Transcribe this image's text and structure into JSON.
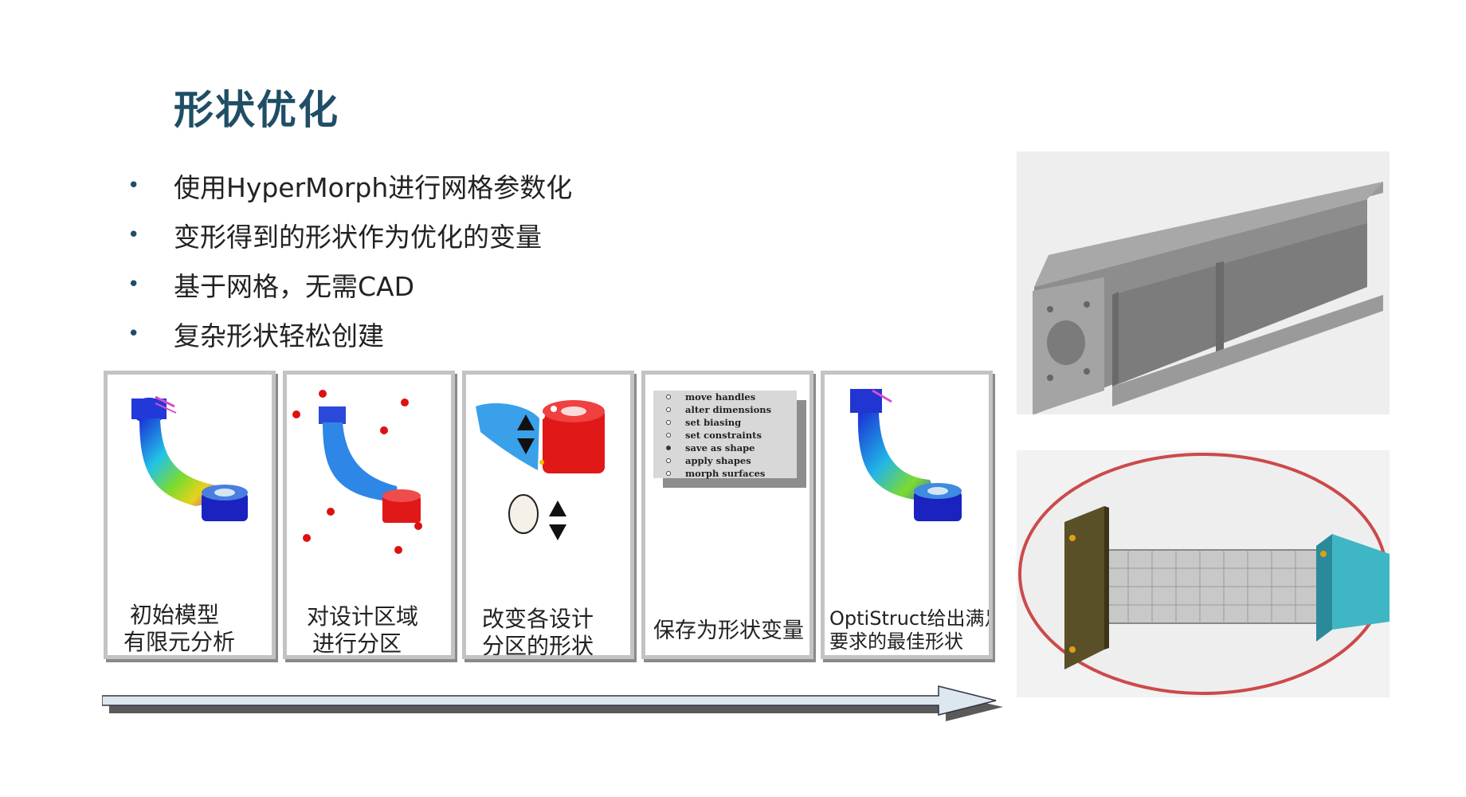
{
  "title": "形状优化",
  "bullets": [
    "使用HyperMorph进行网格参数化",
    "变形得到的形状作为优化的变量",
    "基于网格，无需CAD",
    "复杂形状轻松创建"
  ],
  "bullet_glyph": "•",
  "steps": [
    {
      "caption_lines": [
        "初始模型",
        "有限元分析"
      ]
    },
    {
      "caption_lines": [
        "对设计区域",
        "进行分区"
      ]
    },
    {
      "caption_lines": [
        "改变各设计",
        "分区的形状"
      ]
    },
    {
      "caption_lines": [
        "保存为形状变量"
      ]
    },
    {
      "caption_lines": [
        "OptiStruct给出满足",
        "要求的最佳形状"
      ]
    }
  ],
  "morph_menu": {
    "items": [
      "move handles",
      "alter dimensions",
      "set biasing",
      "set constraints",
      "save as shape",
      "apply shapes",
      "morph surfaces"
    ],
    "selected": "save as shape"
  },
  "colors": {
    "title": "#1f4e66",
    "arrow": "#dde7ee",
    "ellipse_border": "#cc4a4a",
    "handle_red": "#dd1111"
  }
}
